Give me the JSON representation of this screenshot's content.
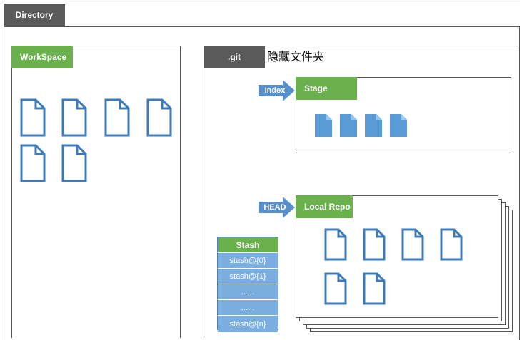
{
  "directory": {
    "label": "Directory"
  },
  "workspace": {
    "label": "WorkSpace"
  },
  "git": {
    "label": ".git",
    "hidden_note": "隐藏文件夹"
  },
  "stage": {
    "label": "Stage",
    "pointer": "Index"
  },
  "local_repo": {
    "label": "Local Repo",
    "pointer": "HEAD"
  },
  "stash": {
    "label": "Stash",
    "entries": [
      "stash@{0}",
      "stash@{1}",
      "......",
      "......",
      "stash@{n}"
    ]
  },
  "colors": {
    "tab_dark": "#5a5a5a",
    "tab_green": "#6ab04c",
    "file_outline": "#3f7ab5",
    "file_fill": "#5b9bd5",
    "arrow": "#5b8fc7",
    "stash_cell": "#7aaee0"
  },
  "icons": {
    "workspace_files": "file-outline-icon",
    "stage_files": "file-filled-icon",
    "repo_files": "file-outline-icon",
    "pointer": "right-arrow-icon"
  }
}
